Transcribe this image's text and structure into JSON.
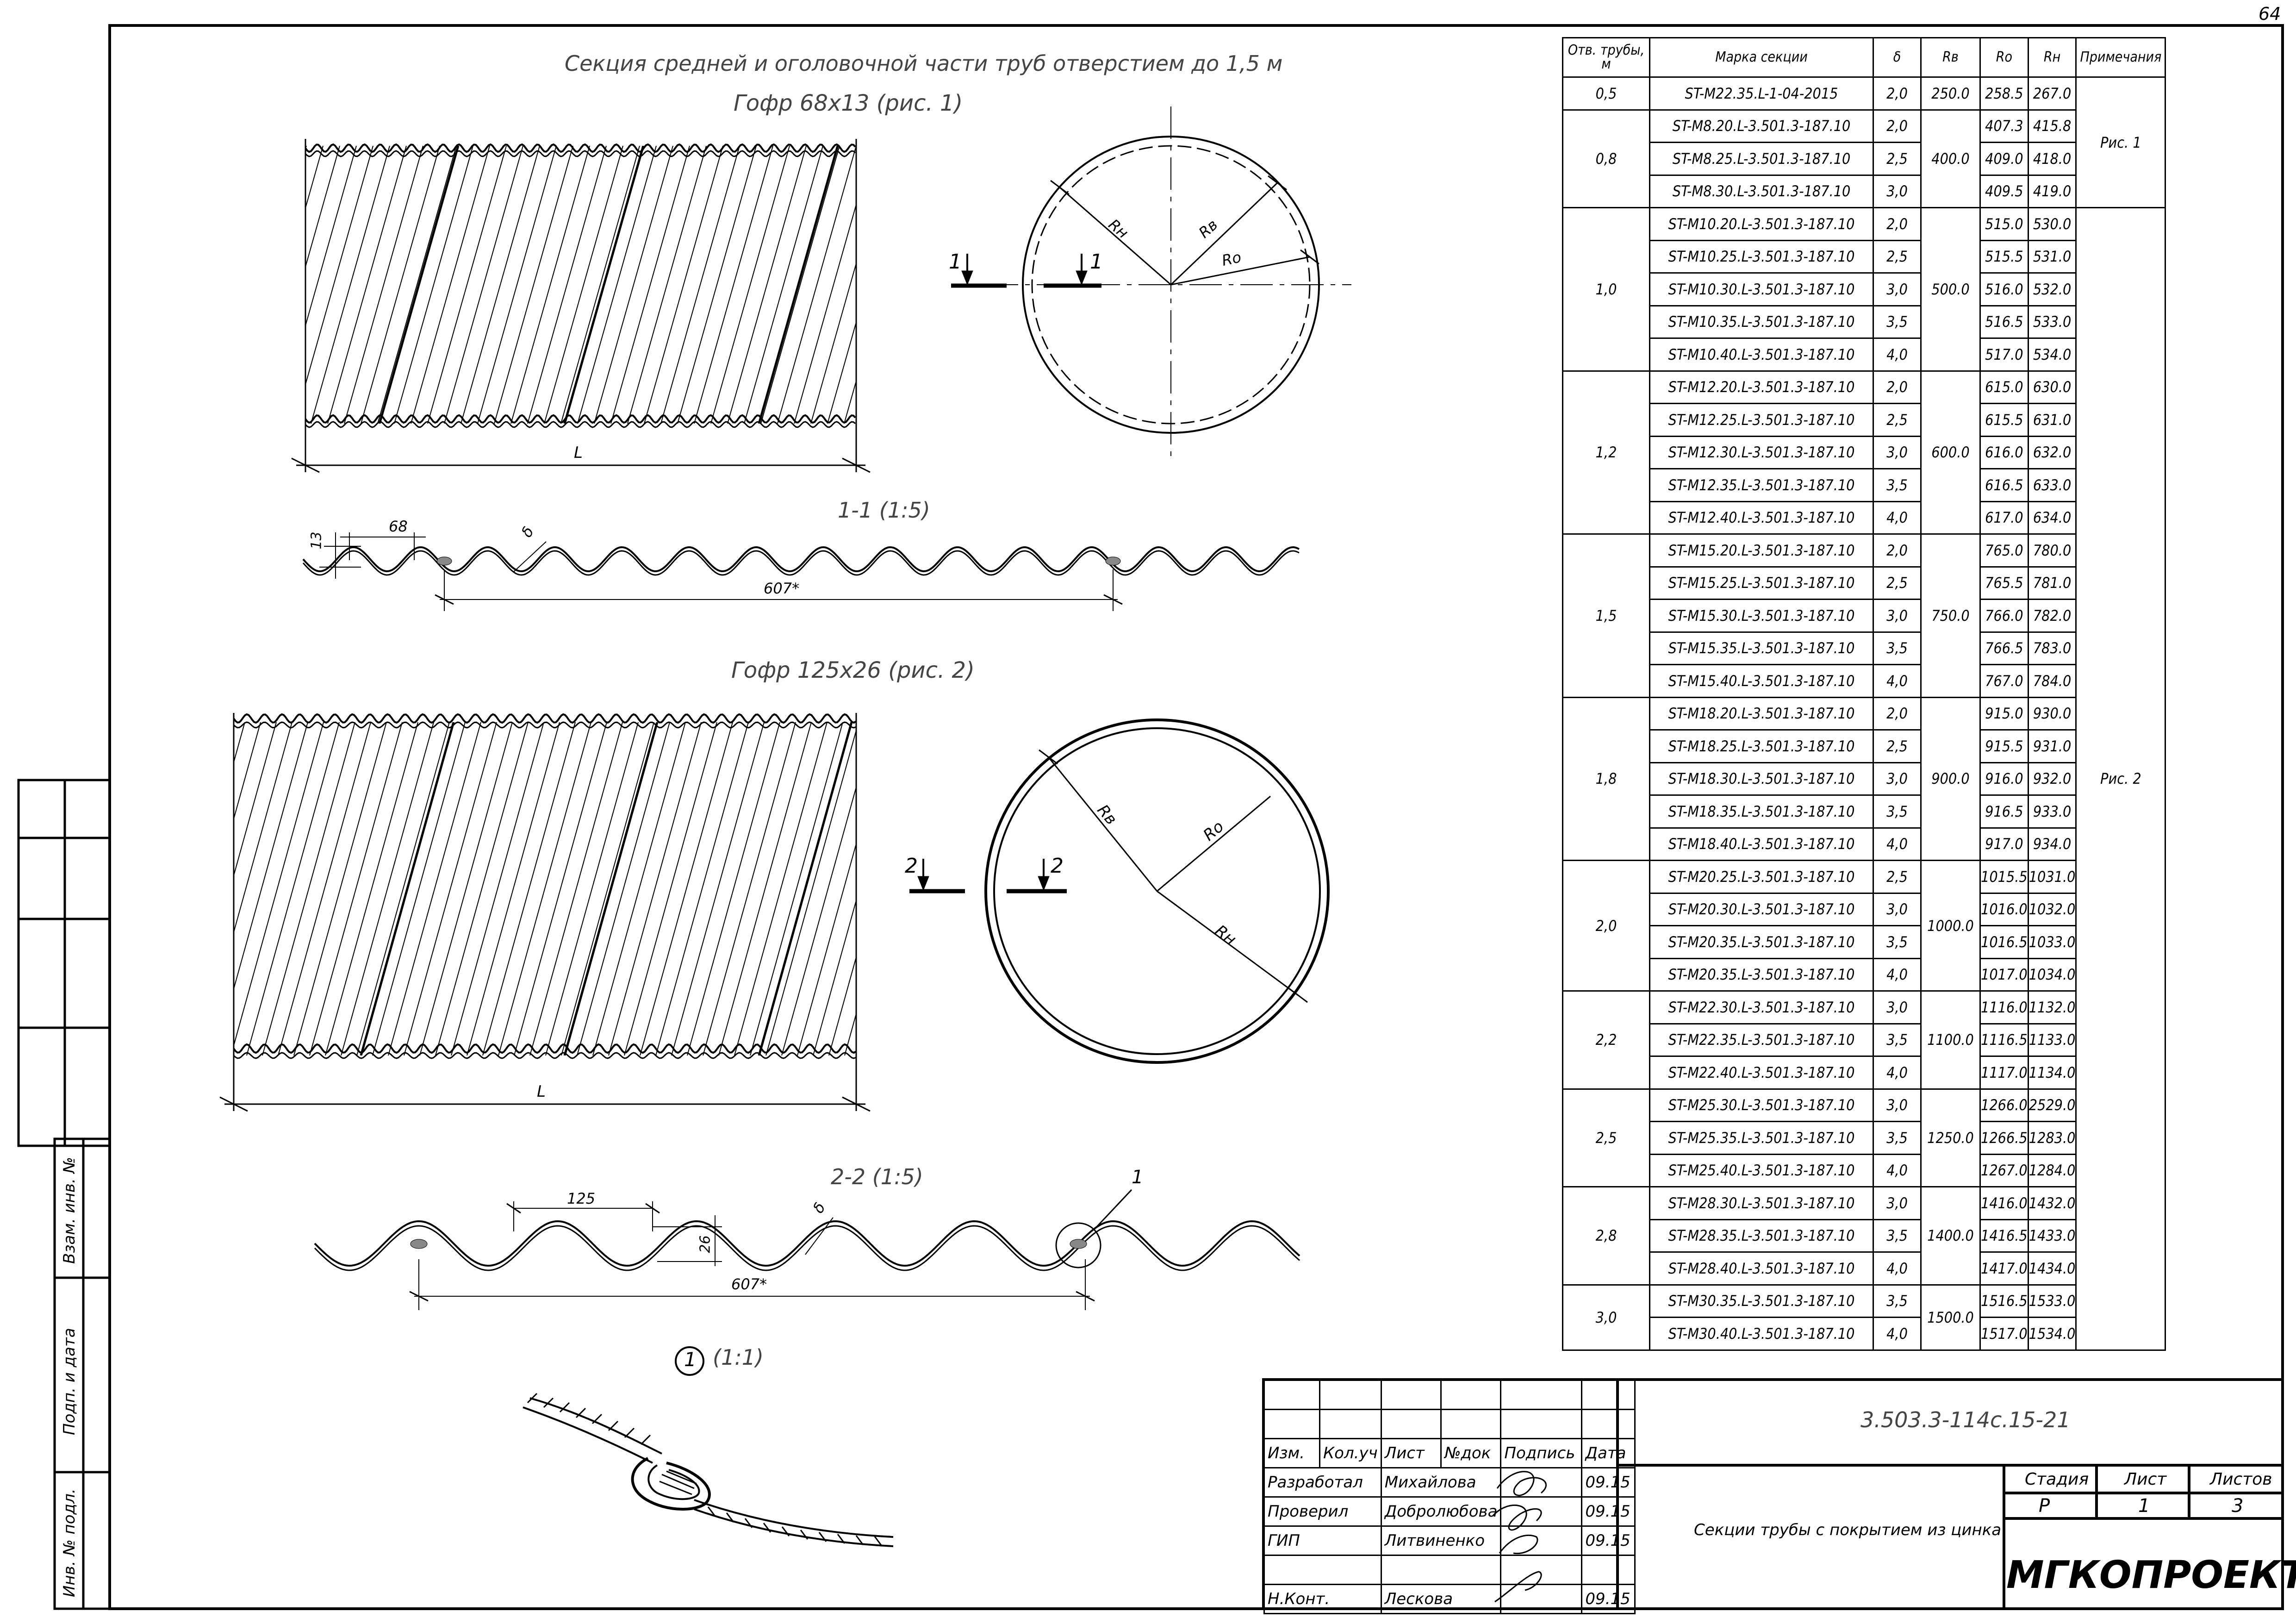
{
  "page_number": "64",
  "titles": {
    "section_title": "Секция средней и оголовочной части труб отверстием до 1,5 м",
    "fig1_title": "Гофр 68х13 (рис. 1)",
    "fig2_title": "Гофр 125х26 (рис. 2)",
    "section_1_1": "1-1 (1:5)",
    "section_2_2": "2-2 (1:5)",
    "detail_1_scale": "(1:1)",
    "detail_1_num": "1"
  },
  "dims": {
    "L": "L",
    "h13": "13",
    "p68": "68",
    "delta": "δ",
    "w607": "607*",
    "p125": "125",
    "h26": "26",
    "callout_1": "1",
    "cut_1": "1",
    "cut_2": "2",
    "Rn": "Rн",
    "Rv": "Rв",
    "Ro": "Rо"
  },
  "table": {
    "headers": [
      "Отв. трубы, м",
      "Марка секции",
      "δ",
      "Rв",
      "Ro",
      "Rн",
      "Примечания"
    ],
    "groups": [
      {
        "otv": "0,5",
        "rv": "250.0",
        "rows": [
          [
            "ST-M22.35.L-1-04-2015",
            "2,0",
            "258.5",
            "267.0"
          ]
        ]
      },
      {
        "otv": "0,8",
        "rv": "400.0",
        "rows": [
          [
            "ST-M8.20.L-3.501.3-187.10",
            "2,0",
            "407.3",
            "415.8"
          ],
          [
            "ST-M8.25.L-3.501.3-187.10",
            "2,5",
            "409.0",
            "418.0"
          ],
          [
            "ST-M8.30.L-3.501.3-187.10",
            "3,0",
            "409.5",
            "419.0"
          ]
        ]
      },
      {
        "otv": "1,0",
        "rv": "500.0",
        "rows": [
          [
            "ST-M10.20.L-3.501.3-187.10",
            "2,0",
            "515.0",
            "530.0"
          ],
          [
            "ST-M10.25.L-3.501.3-187.10",
            "2,5",
            "515.5",
            "531.0"
          ],
          [
            "ST-M10.30.L-3.501.3-187.10",
            "3,0",
            "516.0",
            "532.0"
          ],
          [
            "ST-M10.35.L-3.501.3-187.10",
            "3,5",
            "516.5",
            "533.0"
          ],
          [
            "ST-M10.40.L-3.501.3-187.10",
            "4,0",
            "517.0",
            "534.0"
          ]
        ]
      },
      {
        "otv": "1,2",
        "rv": "600.0",
        "rows": [
          [
            "ST-M12.20.L-3.501.3-187.10",
            "2,0",
            "615.0",
            "630.0"
          ],
          [
            "ST-M12.25.L-3.501.3-187.10",
            "2,5",
            "615.5",
            "631.0"
          ],
          [
            "ST-M12.30.L-3.501.3-187.10",
            "3,0",
            "616.0",
            "632.0"
          ],
          [
            "ST-M12.35.L-3.501.3-187.10",
            "3,5",
            "616.5",
            "633.0"
          ],
          [
            "ST-M12.40.L-3.501.3-187.10",
            "4,0",
            "617.0",
            "634.0"
          ]
        ]
      },
      {
        "otv": "1,5",
        "rv": "750.0",
        "rows": [
          [
            "ST-M15.20.L-3.501.3-187.10",
            "2,0",
            "765.0",
            "780.0"
          ],
          [
            "ST-M15.25.L-3.501.3-187.10",
            "2,5",
            "765.5",
            "781.0"
          ],
          [
            "ST-M15.30.L-3.501.3-187.10",
            "3,0",
            "766.0",
            "782.0"
          ],
          [
            "ST-M15.35.L-3.501.3-187.10",
            "3,5",
            "766.5",
            "783.0"
          ],
          [
            "ST-M15.40.L-3.501.3-187.10",
            "4,0",
            "767.0",
            "784.0"
          ]
        ]
      },
      {
        "otv": "1,8",
        "rv": "900.0",
        "rows": [
          [
            "ST-M18.20.L-3.501.3-187.10",
            "2,0",
            "915.0",
            "930.0"
          ],
          [
            "ST-M18.25.L-3.501.3-187.10",
            "2,5",
            "915.5",
            "931.0"
          ],
          [
            "ST-M18.30.L-3.501.3-187.10",
            "3,0",
            "916.0",
            "932.0"
          ],
          [
            "ST-M18.35.L-3.501.3-187.10",
            "3,5",
            "916.5",
            "933.0"
          ],
          [
            "ST-M18.40.L-3.501.3-187.10",
            "4,0",
            "917.0",
            "934.0"
          ]
        ]
      },
      {
        "otv": "2,0",
        "rv": "1000.0",
        "rows": [
          [
            "ST-M20.25.L-3.501.3-187.10",
            "2,5",
            "1015.5",
            "1031.0"
          ],
          [
            "ST-M20.30.L-3.501.3-187.10",
            "3,0",
            "1016.0",
            "1032.0"
          ],
          [
            "ST-M20.35.L-3.501.3-187.10",
            "3,5",
            "1016.5",
            "1033.0"
          ],
          [
            "ST-M20.35.L-3.501.3-187.10",
            "4,0",
            "1017.0",
            "1034.0"
          ]
        ]
      },
      {
        "otv": "2,2",
        "rv": "1100.0",
        "rows": [
          [
            "ST-M22.30.L-3.501.3-187.10",
            "3,0",
            "1116.0",
            "1132.0"
          ],
          [
            "ST-M22.35.L-3.501.3-187.10",
            "3,5",
            "1116.5",
            "1133.0"
          ],
          [
            "ST-M22.40.L-3.501.3-187.10",
            "4,0",
            "1117.0",
            "1134.0"
          ]
        ]
      },
      {
        "otv": "2,5",
        "rv": "1250.0",
        "rows": [
          [
            "ST-M25.30.L-3.501.3-187.10",
            "3,0",
            "1266.0",
            "2529.0"
          ],
          [
            "ST-M25.35.L-3.501.3-187.10",
            "3,5",
            "1266.5",
            "1283.0"
          ],
          [
            "ST-M25.40.L-3.501.3-187.10",
            "4,0",
            "1267.0",
            "1284.0"
          ]
        ]
      },
      {
        "otv": "2,8",
        "rv": "1400.0",
        "rows": [
          [
            "ST-M28.30.L-3.501.3-187.10",
            "3,0",
            "1416.0",
            "1432.0"
          ],
          [
            "ST-M28.35.L-3.501.3-187.10",
            "3,5",
            "1416.5",
            "1433.0"
          ],
          [
            "ST-M28.40.L-3.501.3-187.10",
            "4,0",
            "1417.0",
            "1434.0"
          ]
        ]
      },
      {
        "otv": "3,0",
        "rv": "1500.0",
        "rows": [
          [
            "ST-M30.35.L-3.501.3-187.10",
            "3,5",
            "1516.5",
            "1533.0"
          ],
          [
            "ST-M30.40.L-3.501.3-187.10",
            "4,0",
            "1517.0",
            "1534.0"
          ]
        ]
      }
    ],
    "note_1": "Рис. 1",
    "note_2": "Рис. 2"
  },
  "title_block": {
    "doc_code": "3.503.3-114с.15-21",
    "col_izm": "Изм.",
    "col_koluch": "Кол.уч",
    "col_list": "Лист",
    "col_ndok": "№док",
    "col_podpis": "Подпись",
    "col_data": "Дата",
    "roles": [
      {
        "role": "Разработал",
        "name": "Михайлова",
        "date": "09.15"
      },
      {
        "role": "Проверил",
        "name": "Добролюбова",
        "date": "09.15"
      },
      {
        "role": "ГИП",
        "name": "Литвиненко",
        "date": "09.15"
      },
      {
        "role": "Н.Конт.",
        "name": "Лескова",
        "date": "09.15"
      }
    ],
    "doc_title": "Секции трубы с покрытием из цинка",
    "stage_label": "Стадия",
    "sheet_label": "Лист",
    "sheets_label": "Листов",
    "stage_value": "Р",
    "sheet_value": "1",
    "sheets_value": "3",
    "company_logo": "МГКОПРОЕКТ"
  },
  "side_stamp": {
    "inv_podl": "Инв. № подл.",
    "podp_data": "Подп. и дата",
    "vzam_inv": "Взам. инв. №"
  }
}
